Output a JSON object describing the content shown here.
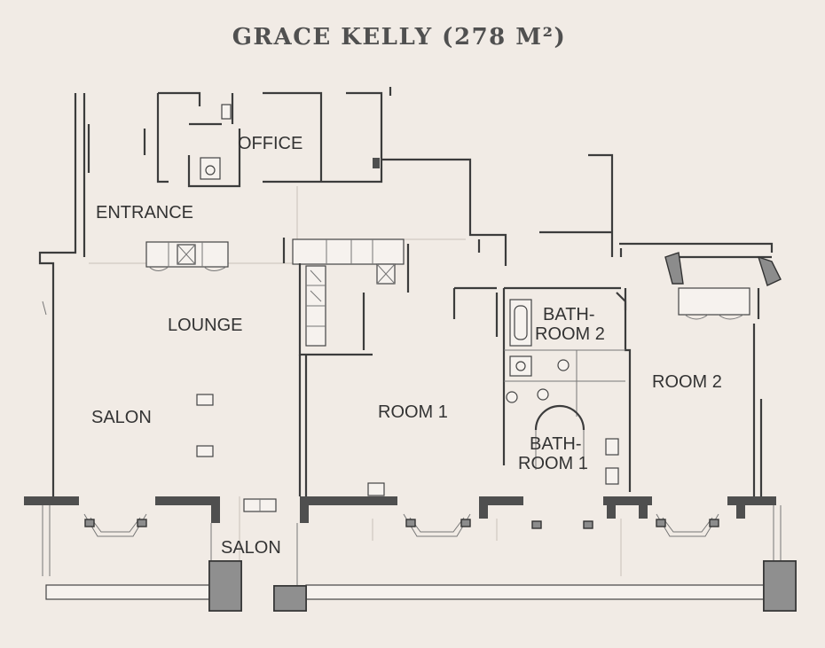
{
  "title": "GRACE KELLY (278 M²)",
  "rooms": {
    "office": "OFFICE",
    "entrance": "ENTRANCE",
    "lounge": "LOUNGE",
    "salon_main": "SALON",
    "room1": "ROOM 1",
    "bathroom2_line1": "BATH-",
    "bathroom2_line2": "ROOM 2",
    "room2": "ROOM 2",
    "bathroom1_line1": "BATH-",
    "bathroom1_line2": "ROOM 1",
    "salon_balcony": "SALON"
  },
  "colors": {
    "background": "#f1ebe5",
    "wall": "#4f4f4f",
    "title": "#505050"
  }
}
